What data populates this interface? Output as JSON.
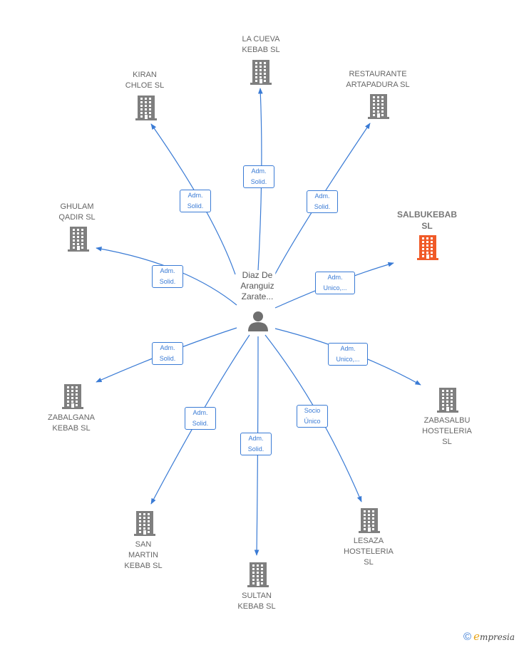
{
  "colors": {
    "edge": "#3a7bd5",
    "building": "#7f7f7f",
    "focus": "#f05a28",
    "person": "#6f6f6f"
  },
  "center": {
    "label": "Diaz De\nAranguiz\nZarate...",
    "icon": "person-icon"
  },
  "nodes": [
    {
      "id": "la-cueva",
      "label": "LA CUEVA\nKEBAB SL",
      "role": "Adm.\nSolid.",
      "icon": "building-icon",
      "focus": false
    },
    {
      "id": "kiran",
      "label": "KIRAN\nCHLOE SL",
      "role": "Adm.\nSolid.",
      "icon": "building-icon",
      "focus": false
    },
    {
      "id": "restaurante",
      "label": "RESTAURANTE\nARTAPADURA SL",
      "role": "Adm.\nSolid.",
      "icon": "building-icon",
      "focus": false
    },
    {
      "id": "ghulam",
      "label": "GHULAM\nQADIR SL",
      "role": "Adm.\nSolid.",
      "icon": "building-icon",
      "focus": false
    },
    {
      "id": "salbukebab",
      "label": "SALBUKEBAB\nSL",
      "role": "Adm.\nUnico,...",
      "icon": "building-icon",
      "focus": true
    },
    {
      "id": "zabalgana",
      "label": "ZABALGANA\nKEBAB SL",
      "role": "Adm.\nSolid.",
      "icon": "building-icon",
      "focus": false
    },
    {
      "id": "zabasalbu",
      "label": "ZABASALBU\nHOSTELERIA\nSL",
      "role": "Adm.\nUnico,...",
      "icon": "building-icon",
      "focus": false
    },
    {
      "id": "san-martin",
      "label": "SAN\nMARTIN\nKEBAB SL",
      "role": "Adm.\nSolid.",
      "icon": "building-icon",
      "focus": false
    },
    {
      "id": "sultan",
      "label": "SULTAN\nKEBAB SL",
      "role": "Adm.\nSolid.",
      "icon": "building-icon",
      "focus": false
    },
    {
      "id": "lesaza",
      "label": "LESAZA\nHOSTELERIA\nSL",
      "role": "Socio\nÚnico",
      "icon": "building-icon",
      "focus": false
    }
  ],
  "brand": {
    "copyright": "©",
    "e": "e",
    "rest": "mpresia"
  }
}
